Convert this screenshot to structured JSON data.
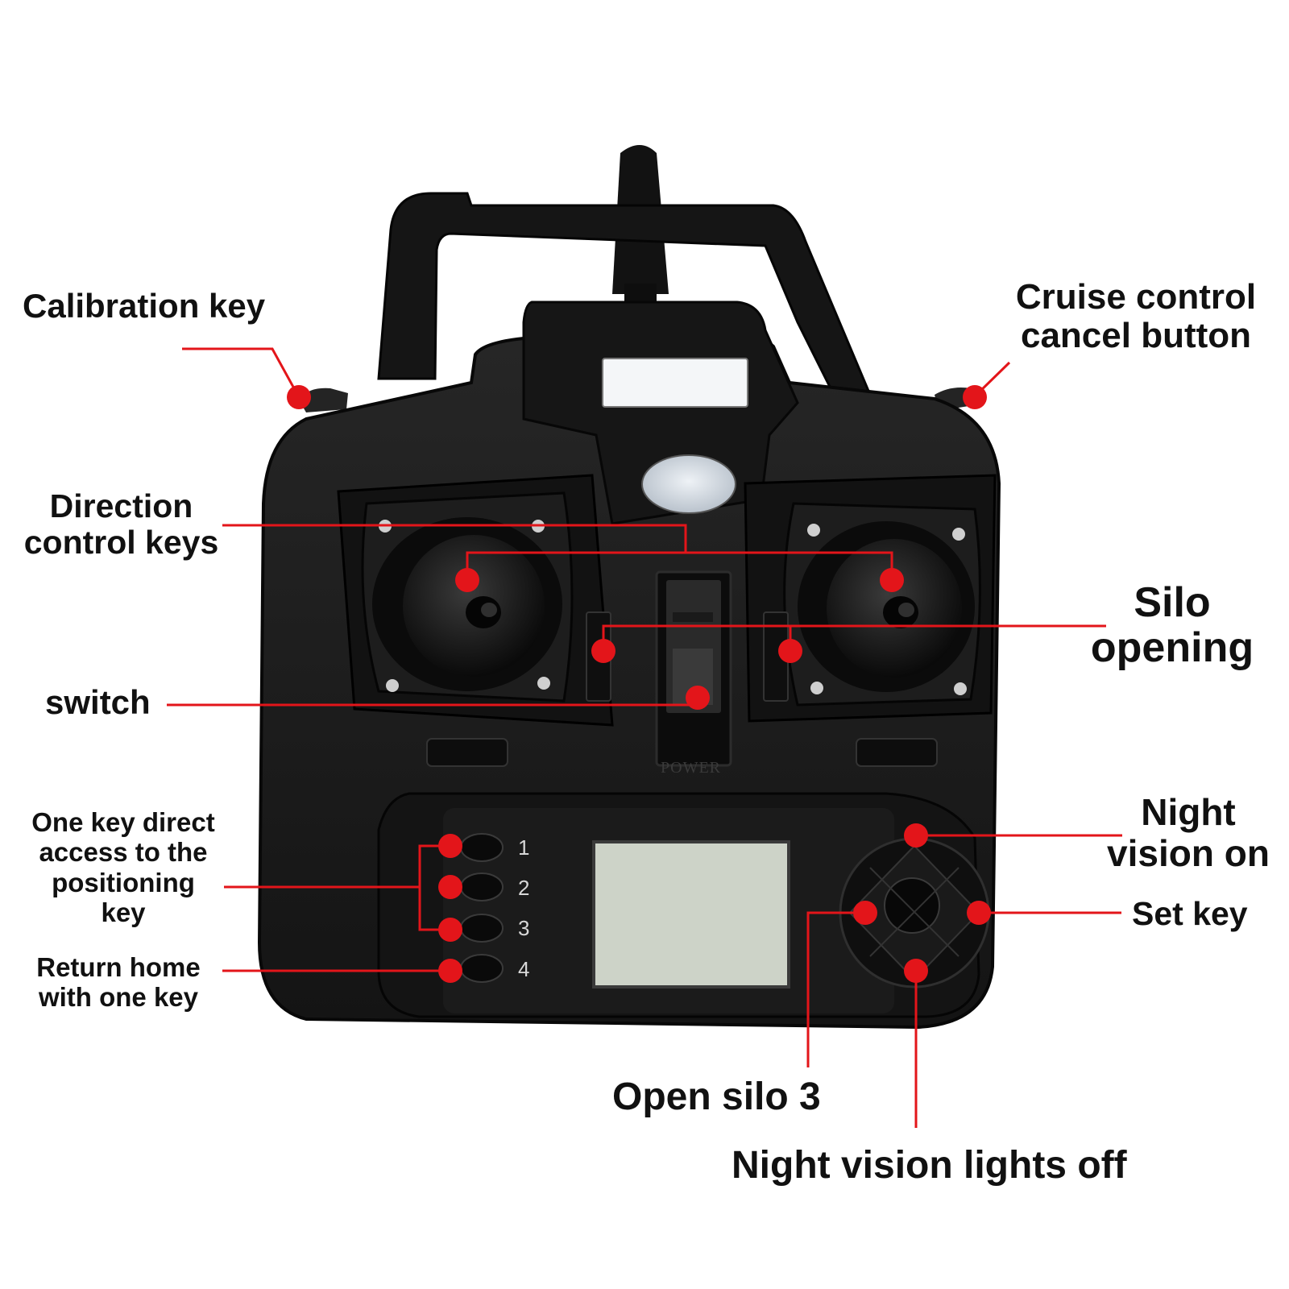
{
  "labels": {
    "calibration_key": "Calibration key",
    "cruise_control_cancel": [
      "Cruise control",
      "cancel button"
    ],
    "direction_control_keys": [
      "Direction",
      "control keys"
    ],
    "silo_opening": [
      "Silo",
      "opening"
    ],
    "switch": "switch",
    "one_key_positioning": [
      "One key direct",
      "access to the",
      "positioning",
      "key"
    ],
    "return_home": [
      "Return home",
      "with one key"
    ],
    "night_vision_on": [
      "Night",
      "vision on"
    ],
    "set_key": "Set key",
    "open_silo_3": "Open silo 3",
    "night_vision_lights_off": "Night vision lights off"
  },
  "controller": {
    "button_numbers": [
      "1",
      "2",
      "3",
      "4"
    ],
    "power_text": "POWER"
  },
  "colors": {
    "body": "#1c1c1c",
    "body_dark": "#0c0c0c",
    "marker": "#e3151a",
    "callout_line": "#e3151a",
    "lcd": "#cdd3c8",
    "label": "#111111"
  },
  "icons": [
    "antenna",
    "handle",
    "joystick",
    "d-pad",
    "lcd-screen"
  ]
}
